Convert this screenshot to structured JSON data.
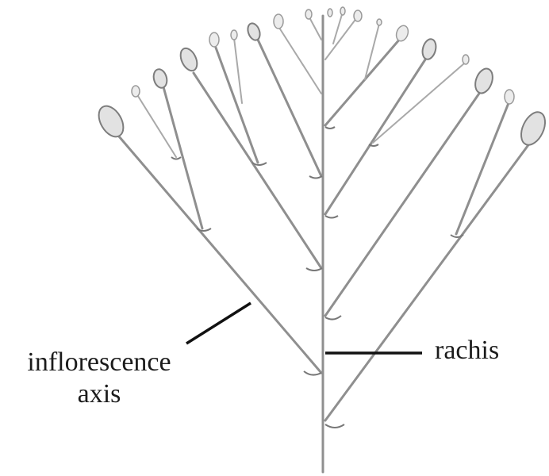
{
  "labels": {
    "inflorescence_axis_line1": "inflorescence",
    "inflorescence_axis_line2": "axis",
    "rachis": "rachis"
  },
  "colors": {
    "stalk": "#8f8f8f",
    "floret_fill": "#e2e2e2",
    "leader_line": "#111111",
    "text": "#1b1b1b"
  }
}
